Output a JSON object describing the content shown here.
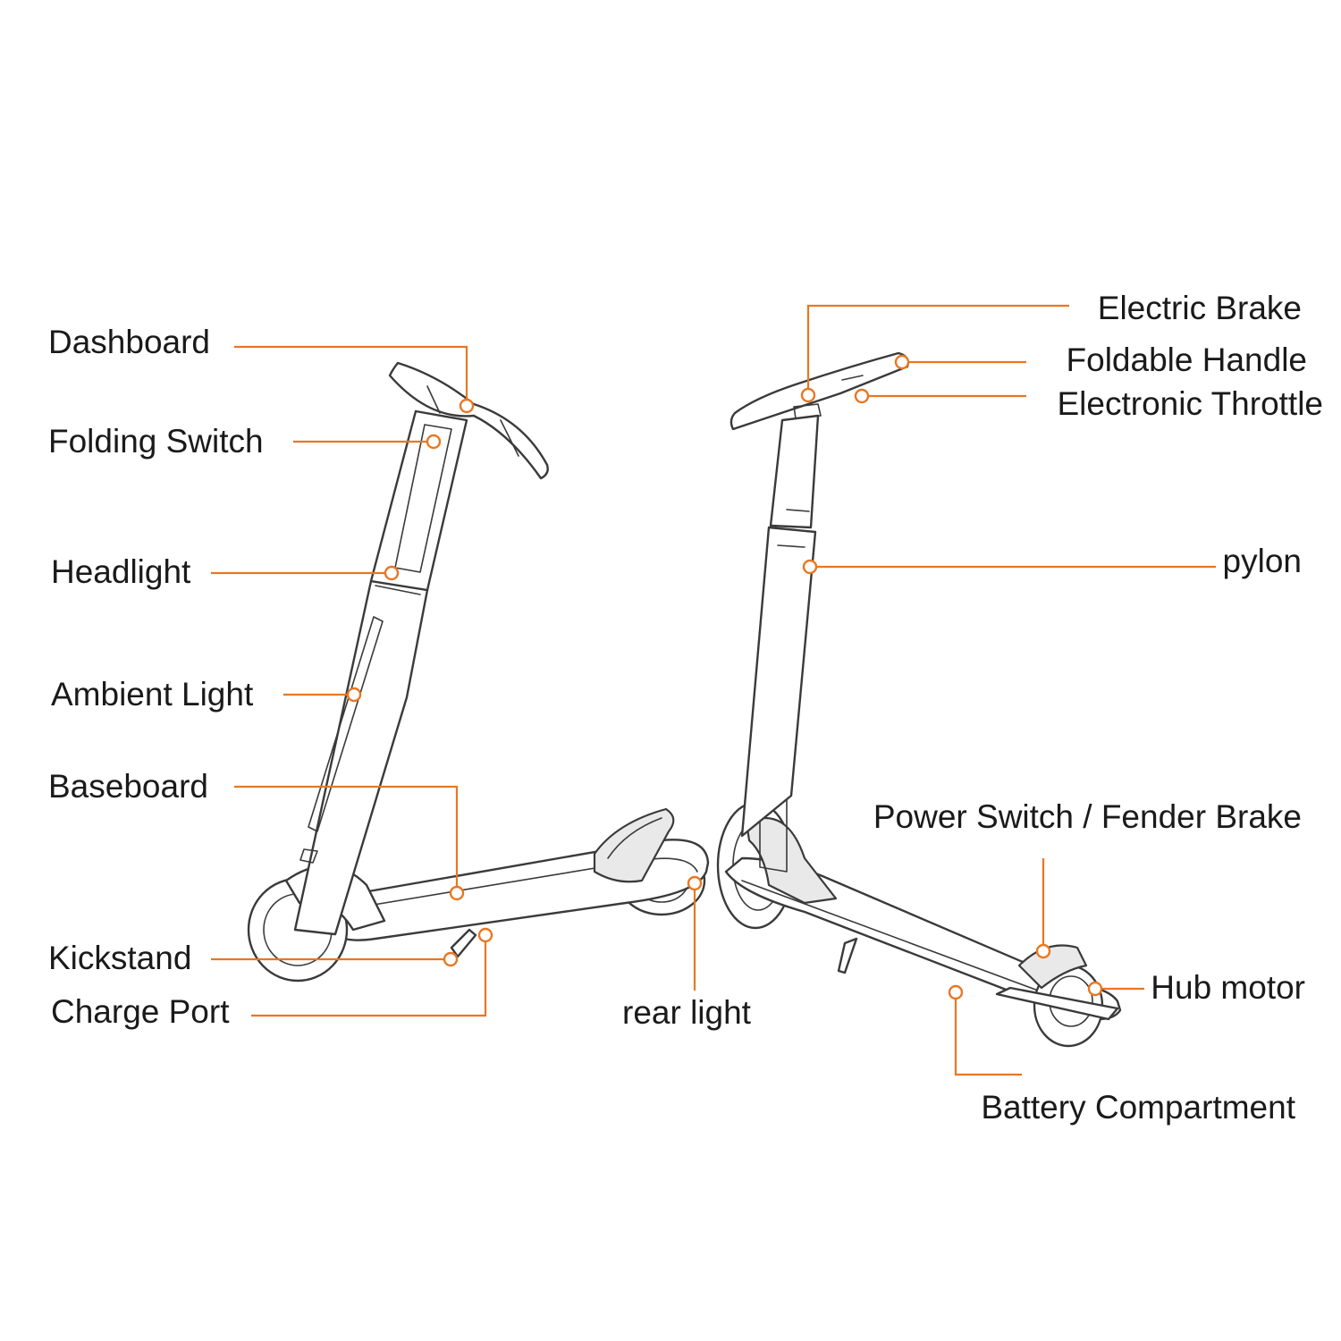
{
  "labels": {
    "dashboard": "Dashboard",
    "folding_switch": "Folding Switch",
    "headlight": "Headlight",
    "ambient_light": "Ambient Light",
    "baseboard": "Baseboard",
    "kickstand": "Kickstand",
    "charge_port": "Charge Port",
    "rear_light": "rear light",
    "electric_brake": "Electric Brake",
    "foldable_handle": "Foldable Handle",
    "electronic_throttle": "Electronic Throttle",
    "pylon": "pylon",
    "power_switch_fender_brake": "Power Switch / Fender Brake",
    "hub_motor": "Hub motor",
    "battery_compartment": "Battery Compartment"
  },
  "colors": {
    "leader": "#e87722",
    "outline": "#3a3a3a",
    "text": "#1a1a1a",
    "background": "#ffffff"
  }
}
